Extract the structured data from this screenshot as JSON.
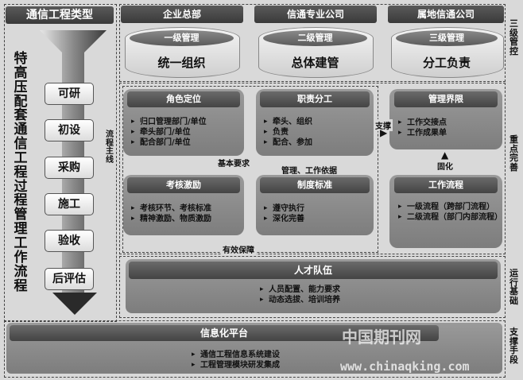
{
  "left_panel": {
    "title": "通信工程类型",
    "vertical_title": "特高压配套通信工程过程管理工作流程",
    "steps": [
      "可研",
      "初设",
      "采购",
      "施工",
      "验收",
      "后评估"
    ]
  },
  "top_headers": [
    "企业总部",
    "信通专业公司",
    "属地信通公司"
  ],
  "cylinders": [
    {
      "level": "一级管理",
      "label": "统一组织"
    },
    {
      "level": "二级管理",
      "label": "总体建管"
    },
    {
      "level": "三级管理",
      "label": "分工负责"
    }
  ],
  "right_labels": [
    "三级管控",
    "重点完善",
    "运行基础",
    "支撑手段"
  ],
  "boxes": {
    "role": {
      "title": "角色定位",
      "items": [
        "归口管理部门/单位",
        "牵头部门/单位",
        "配合部门/单位"
      ]
    },
    "duty": {
      "title": "职责分工",
      "items": [
        "牵头、组织",
        "负责",
        "配合、参加"
      ]
    },
    "mgmt": {
      "title": "管理界限",
      "items": [
        "工作交接点",
        "工作成果单"
      ]
    },
    "eval": {
      "title": "考核激励",
      "items": [
        "考核环节、考核标准",
        "精神激励、物质激励"
      ]
    },
    "standard": {
      "title": "制度标准",
      "items": [
        "遵守执行",
        "深化完善"
      ]
    },
    "flow": {
      "title": "工作流程",
      "items": [
        "一级流程（跨部门流程）",
        "二级流程（部门内部流程）"
      ]
    },
    "talent": {
      "title": "人才队伍",
      "items": [
        "人员配置、能力要求",
        "动态选拔、培训培养"
      ]
    },
    "info": {
      "title": "信息化平台",
      "items": [
        "通信工程信息系统建设",
        "工程管理模块研发集成"
      ]
    }
  },
  "connector_labels": {
    "main_line": "流程主线",
    "basic_req": "基本要求",
    "mgmt_basis": "管理、工作依据",
    "support": "支撑",
    "solidify": "固化",
    "guarantee": "有效保障"
  },
  "watermark": {
    "cn": "中国期刊网",
    "url": "www.chinaqking.com"
  }
}
